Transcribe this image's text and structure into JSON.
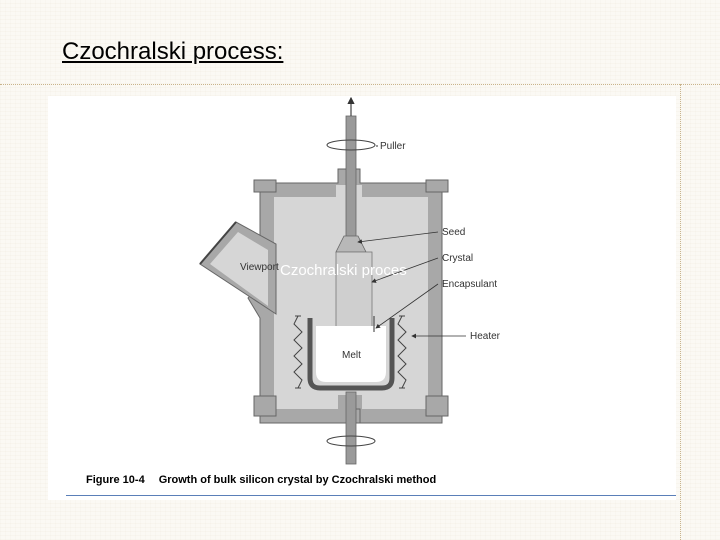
{
  "slide": {
    "title": "Czochralski process:"
  },
  "overlay_text": "Czochralski proces",
  "diagram": {
    "labels": {
      "puller": "Puller",
      "seed": "Seed",
      "crystal": "Crystal",
      "encapsulant": "Encapsulant",
      "viewport": "Viewport",
      "heater": "Heater",
      "melt": "Melt"
    },
    "caption_number": "Figure 10-4",
    "caption_text": "Growth of bulk silicon crystal by Czochralski method"
  },
  "colors": {
    "chamber_fill": "#a8a8a8",
    "chamber_inner": "#d6d6d6",
    "rod": "#9a9a9a",
    "crystal": "#cfcfcf",
    "caption_rule": "#5a7fb8"
  }
}
